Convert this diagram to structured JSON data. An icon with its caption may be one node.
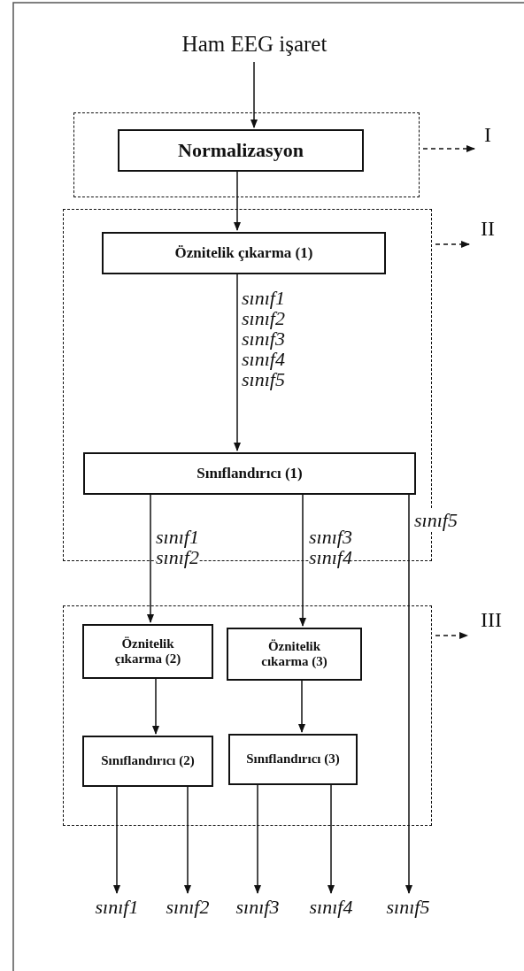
{
  "diagram": {
    "nodes": [
      {
        "text": [
          "Ham EEG işaret"
        ]
      },
      {
        "text": [],
        "shape": "box"
      },
      {
        "text": [
          "Normalizasyon"
        ],
        "in": 1
      },
      {
        "text": [
          "I"
        ]
      },
      {
        "text": [],
        "shape": "box"
      },
      {
        "text": [
          "Öznitelik çıkarma (1)"
        ],
        "in": 4
      },
      {
        "text": [
          "Sınıflandırıcı (1)"
        ],
        "in": 4
      },
      {
        "text": [
          "II"
        ]
      },
      {
        "text": [],
        "shape": "box"
      },
      {
        "text": [
          "Öznitelik çıkarma (2)"
        ],
        "in": 8
      },
      {
        "text": [
          "Öznitelik cıkarma (3)"
        ],
        "in": 8
      },
      {
        "text": [
          "Sınıflandırıcı (2)"
        ],
        "in": 8
      },
      {
        "text": [
          "Sınıflandırıcı (3)"
        ],
        "in": 8
      },
      {
        "text": [
          "III"
        ]
      },
      {
        "text": [
          "sınıf1"
        ]
      },
      {
        "text": [
          "sınıf2"
        ]
      },
      {
        "text": [
          "sınıf3"
        ]
      },
      {
        "text": [
          "sınıf4"
        ]
      },
      {
        "text": [
          "sınıf5"
        ]
      }
    ],
    "edges": [
      {
        "from": 0,
        "to": 2,
        "arrow": "to"
      },
      {
        "from": 1,
        "to": 3,
        "arrow": "to",
        "style": "dashed"
      },
      {
        "from": 2,
        "to": 5,
        "arrow": "to"
      },
      {
        "from": 4,
        "to": 7,
        "arrow": "to",
        "style": "dashed"
      },
      {
        "from": 5,
        "to": 6,
        "arrow": "to",
        "label": "sınıf1 sınıf2 sınıf3 sınıf4 sınıf5"
      },
      {
        "from": 6,
        "to": 9,
        "arrow": "to",
        "label": "sınıf1 sınıf2"
      },
      {
        "from": 6,
        "to": 10,
        "arrow": "to",
        "label": "sınıf3 sınıf4"
      },
      {
        "from": 6,
        "to": 18,
        "arrow": "to",
        "label": "sınıf5"
      },
      {
        "from": 8,
        "to": 13,
        "arrow": "to",
        "style": "dashed"
      },
      {
        "from": 9,
        "to": 11,
        "arrow": "to"
      },
      {
        "from": 10,
        "to": 12,
        "arrow": "to"
      },
      {
        "from": 11,
        "to": 14,
        "arrow": "to"
      },
      {
        "from": 11,
        "to": 15,
        "arrow": "to"
      },
      {
        "from": 12,
        "to": 16,
        "arrow": "to"
      },
      {
        "from": 12,
        "to": 17,
        "arrow": "to"
      }
    ]
  }
}
